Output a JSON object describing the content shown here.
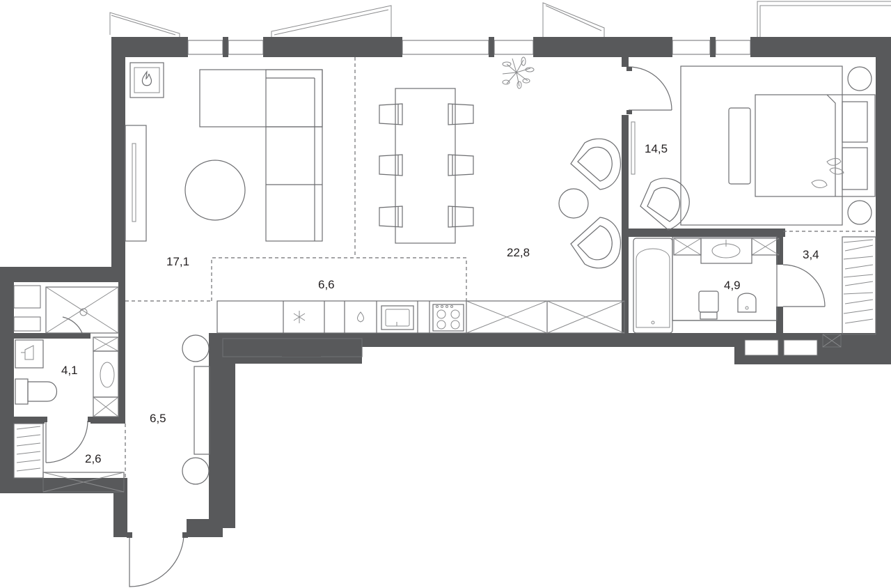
{
  "rooms": {
    "living": {
      "area": "17,1"
    },
    "kitchen_dining": {
      "area": "22,8"
    },
    "kitchen_zone": {
      "area": "6,6"
    },
    "bedroom": {
      "area": "14,5"
    },
    "bathroom": {
      "area": "4,9"
    },
    "dressing": {
      "area": "3,4"
    },
    "wc": {
      "area": "4,1"
    },
    "storage": {
      "area": "2,6"
    },
    "hall": {
      "area": "6,5"
    }
  },
  "colors": {
    "wall": "#58595b",
    "line": "#6d6e71",
    "text": "#231f20"
  },
  "icons": {
    "fireplace": "fireplace-icon",
    "plant": "plant-icon",
    "cooktop": "cooktop-icon",
    "sink": "sink-icon"
  }
}
